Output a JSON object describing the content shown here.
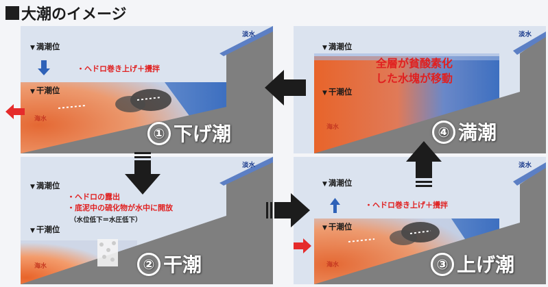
{
  "title": "大潮のイメージ",
  "colors": {
    "seawater": "#e8642a",
    "freshwater": "#3d6fc0",
    "land": "#8a8a8a",
    "arrow": "#1c1c1c",
    "red_arrow": "#e52b2b",
    "red_text": "#e02020"
  },
  "panels": {
    "p1": {
      "stage_num": "①",
      "stage_name": "下げ潮",
      "high_tide": "満潮位",
      "low_tide": "干潮位",
      "seawater": "海水",
      "freshwater": "淡水",
      "note": "・ヘドロ巻き上げ＋攪拌"
    },
    "p2": {
      "stage_num": "②",
      "stage_name": "干潮",
      "high_tide": "満潮位",
      "low_tide": "干潮位",
      "seawater": "海水",
      "freshwater": "淡水",
      "note1": "・ヘドロの露出",
      "note2": "・底泥中の硫化物が水中に開放",
      "note3": "（水位低下＝水圧低下）"
    },
    "p3": {
      "stage_num": "③",
      "stage_name": "上げ潮",
      "high_tide": "満潮位",
      "low_tide": "干潮位",
      "seawater": "海水",
      "freshwater": "淡水",
      "note": "・ヘドロ巻き上げ＋攪拌"
    },
    "p4": {
      "stage_num": "④",
      "stage_name": "満潮",
      "high_tide": "満潮位",
      "low_tide": "干潮位",
      "seawater": "海水",
      "freshwater": "淡水",
      "note1": "全層が貧酸素化",
      "note2": "した水塊が移動"
    }
  }
}
